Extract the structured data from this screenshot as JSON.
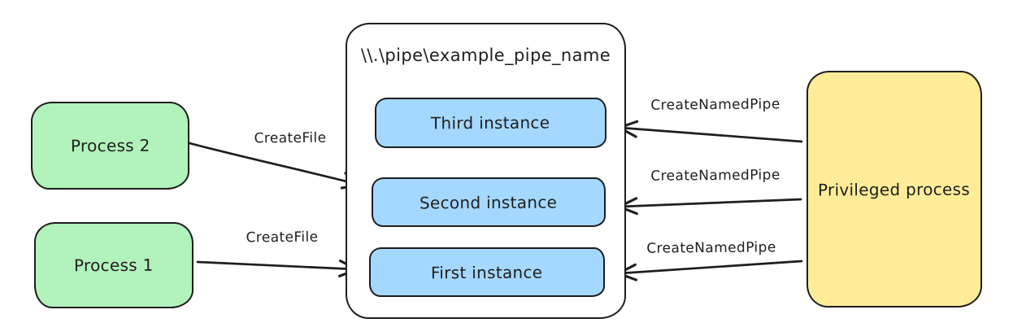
{
  "pipe_container": {
    "title": "\\\\.\\pipe\\example_pipe_name",
    "instances": [
      {
        "label": "Third instance"
      },
      {
        "label": "Second instance"
      },
      {
        "label": "First instance"
      }
    ]
  },
  "client_processes": [
    {
      "label": "Process 2"
    },
    {
      "label": "Process 1"
    }
  ],
  "privileged_process": {
    "label": "Privileged process"
  },
  "arrows": [
    {
      "label": "CreateFile",
      "from": "Process 2",
      "to": "Second instance"
    },
    {
      "label": "CreateFile",
      "from": "Process 1",
      "to": "First instance"
    },
    {
      "label": "CreateNamedPipe",
      "from": "Privileged process",
      "to": "Third instance"
    },
    {
      "label": "CreateNamedPipe",
      "from": "Privileged process",
      "to": "Second instance"
    },
    {
      "label": "CreateNamedPipe",
      "from": "Privileged process",
      "to": "First instance"
    }
  ],
  "colors": {
    "process_fill": "#b2f2bb",
    "instance_fill": "#a5d8ff",
    "privileged_fill": "#ffec99",
    "stroke": "#1e1e1e",
    "background": "#ffffff"
  }
}
